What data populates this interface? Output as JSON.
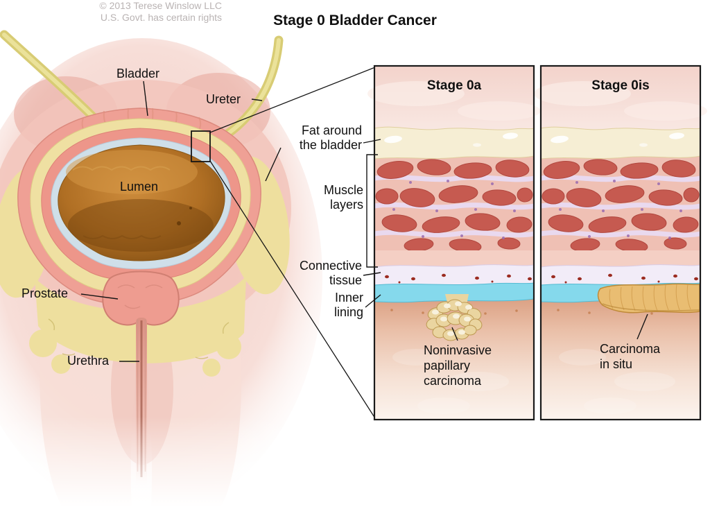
{
  "title": "Stage 0 Bladder Cancer",
  "anatomy_labels": {
    "bladder": "Bladder",
    "ureter": "Ureter",
    "lumen": "Lumen",
    "prostate": "Prostate",
    "urethra": "Urethra"
  },
  "layer_labels": {
    "fat": "Fat around\nthe bladder",
    "muscle": "Muscle\nlayers",
    "connective": "Connective\ntissue",
    "inner_lining": "Inner\nlining"
  },
  "panels": [
    {
      "title": "Stage 0a",
      "caption": "Noninvasive\npapillary\ncarcinoma"
    },
    {
      "title": "Stage 0is",
      "caption": "Carcinoma\nin situ"
    }
  ],
  "credit": {
    "line1": "© 2013 Terese Winslow LLC",
    "line2": "U.S. Govt. has certain rights"
  },
  "palette": {
    "muscle_red": "#c65a50",
    "fat_cream": "#f6eed4",
    "connective_lavender": "#f2ecf8",
    "inner_lining_cyan": "#85d9ec",
    "lumen_amber": "#b06f24",
    "papillary_carcinoma_tan": "#ead5a0",
    "carcinoma_in_situ_orange": "#e9bd72"
  }
}
